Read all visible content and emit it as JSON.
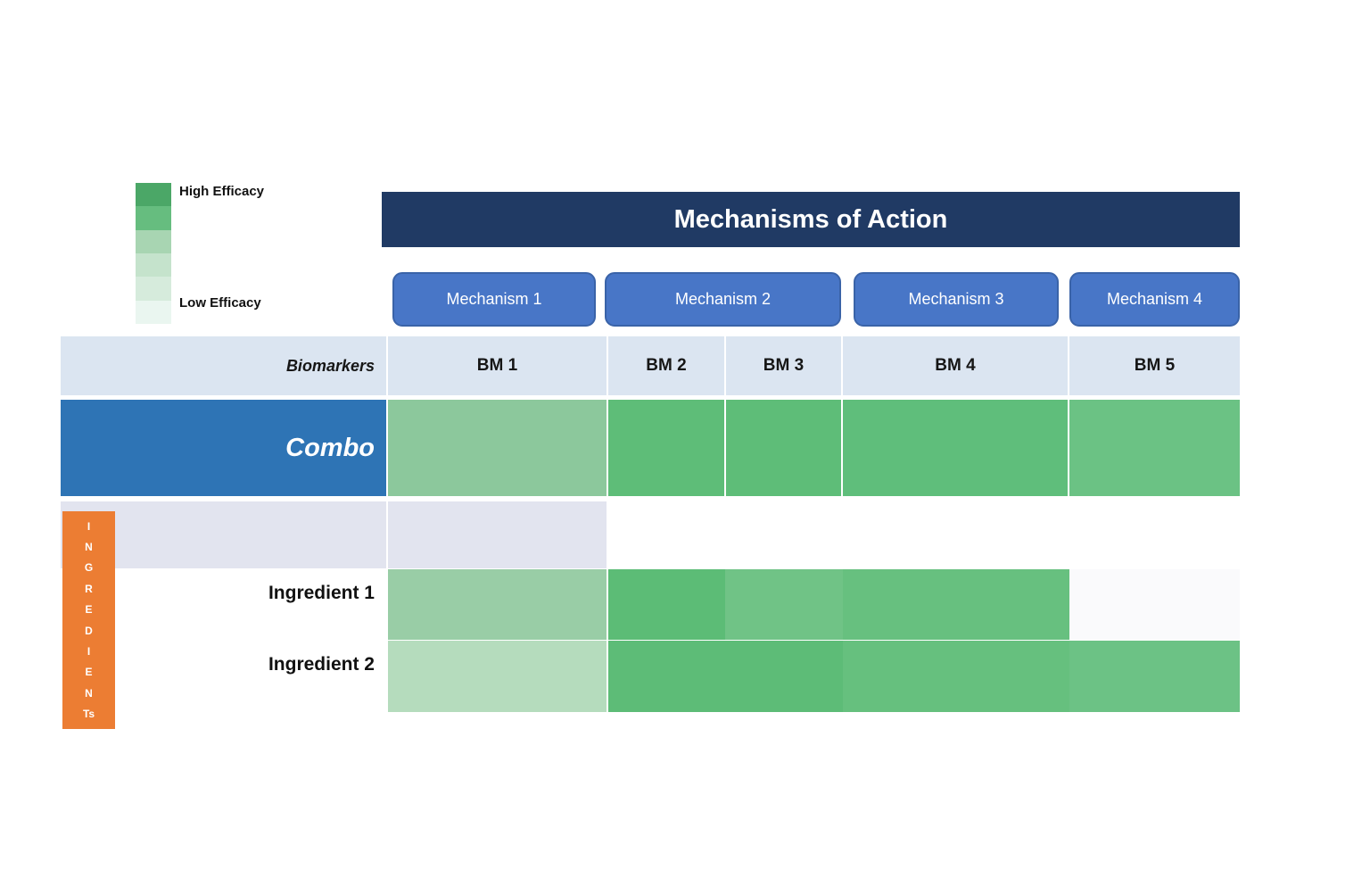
{
  "legend": {
    "high_label": "High Efficacy",
    "low_label": "Low Efficacy",
    "steps": [
      "#4BA767",
      "#66BD7F",
      "#A8D5B2",
      "#C5E3CC",
      "#D6EBDC",
      "#EAF6F0"
    ]
  },
  "banner": {
    "title": "Mechanisms of Action",
    "bg": "#203A64"
  },
  "mechanisms": {
    "bg": "#4876C7",
    "border": "#3A63A8",
    "items": [
      {
        "label": "Mechanism 1"
      },
      {
        "label": "Mechanism 2"
      },
      {
        "label": "Mechanism 3"
      },
      {
        "label": "Mechanism 4"
      }
    ]
  },
  "header": {
    "bg": "#DBE5F1",
    "label": "Biomarkers",
    "columns": [
      "BM 1",
      "BM 2",
      "BM 3",
      "BM 4",
      "BM 5"
    ]
  },
  "grid": {
    "combo": {
      "label": "Combo",
      "label_bg": "#2E74B5",
      "cells": [
        {
          "col": "BM 1",
          "color": "#8CC89C"
        },
        {
          "col": "BM 2",
          "color": "#5EBD78"
        },
        {
          "col": "BM 3",
          "color": "#5EBD78"
        },
        {
          "col": "BM 4",
          "color": "#5FBE7B"
        },
        {
          "col": "BM 5",
          "color": "#6BC284"
        }
      ]
    },
    "spacer": {
      "bg": "#E2E4EF"
    },
    "ingredients": [
      {
        "label": "Ingredient 1",
        "cells": [
          {
            "col": "BM 1",
            "color": "#99CDA6"
          },
          {
            "col": "BM 2",
            "color": "#5CBC76"
          },
          {
            "col": "BM 3",
            "color": "#70C386"
          },
          {
            "col": "BM 4",
            "color": "#67C07F"
          },
          {
            "col": "BM 5",
            "color": "#FAFAFC"
          }
        ]
      },
      {
        "label": "Ingredient 2",
        "cells": [
          {
            "col": "BM 1",
            "color": "#B5DCBD"
          },
          {
            "col": "BM 2",
            "color": "#5DBC77"
          },
          {
            "col": "BM 3",
            "color": "#5DBC77"
          },
          {
            "col": "BM 4",
            "color": "#66C07E"
          },
          {
            "col": "BM 5",
            "color": "#6CC285"
          }
        ]
      }
    ]
  },
  "ingredients_bar": {
    "bg": "#EC7D33",
    "letters": [
      "I",
      "N",
      "G",
      "R",
      "E",
      "D",
      "I",
      "E",
      "N",
      "Ts"
    ]
  }
}
